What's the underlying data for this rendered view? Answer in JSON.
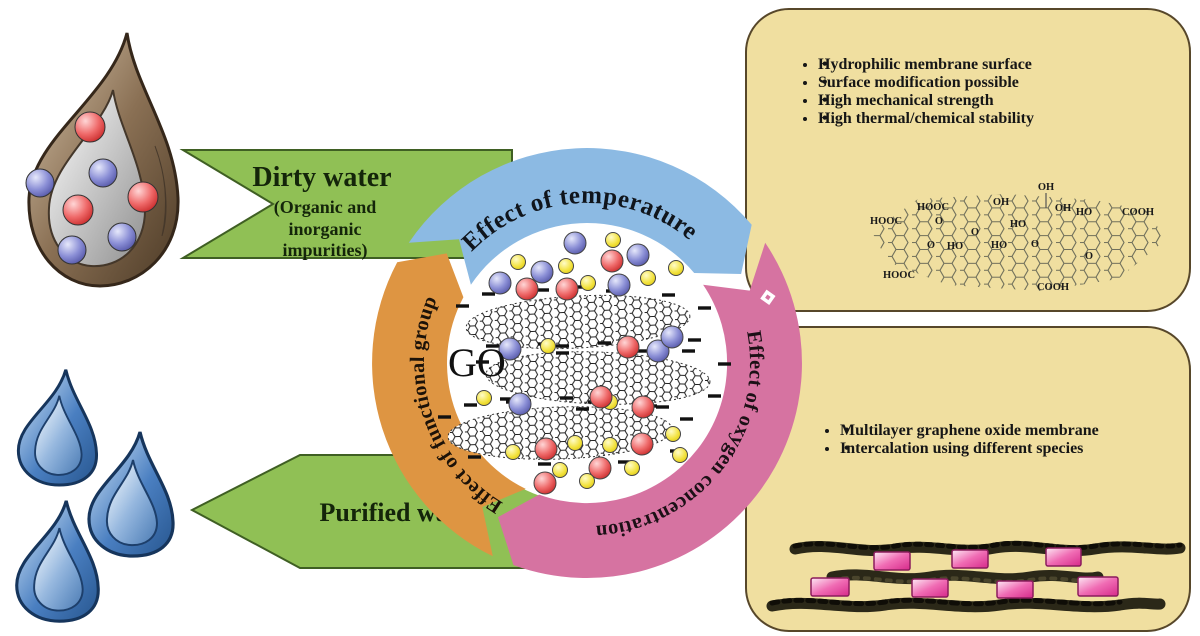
{
  "flow": {
    "dirty_water": {
      "title": "Dirty water",
      "subtitle": [
        "(Organic and",
        "inorganic",
        "impurities)"
      ]
    },
    "purified_water": {
      "label": "Purified water"
    }
  },
  "cycle": {
    "center_label": "GO",
    "segments": [
      {
        "id": "temperature",
        "label": "Effect of temperature",
        "color": "#8cbae3"
      },
      {
        "id": "oxygen-concentration",
        "label": "Effect of oxygen concentration",
        "color": "#d673a1"
      },
      {
        "id": "functional-group",
        "label": "Effect of functional group",
        "color": "#de9542"
      }
    ]
  },
  "feature_boxes": {
    "go_properties": {
      "bullets": [
        "Hydrophilic membrane surface",
        "Surface modification possible",
        "High mechanical strength",
        "High thermal/chemical stability"
      ]
    },
    "membrane": {
      "bullets": [
        "Multilayer graphene oxide membrane",
        "Intercalation using different species"
      ]
    }
  },
  "chemical_structure": {
    "labels": [
      "HOOC",
      "HOOC",
      "OH",
      "OH",
      "OH",
      "HO",
      "COOH",
      "O",
      "HO",
      "O",
      "O",
      "HO",
      "HO",
      "O",
      "O",
      "HOOC",
      "COOH"
    ]
  },
  "colors": {
    "arrow_green": "#90c055",
    "arrow_border": "#3f5f23",
    "box_fill": "#f0dfa0",
    "box_border": "#57472a",
    "dirty_drop_brown": "#7a6147",
    "clean_drop_blue": "#4a7fc1",
    "intercalant_pink": "#e0368e"
  }
}
